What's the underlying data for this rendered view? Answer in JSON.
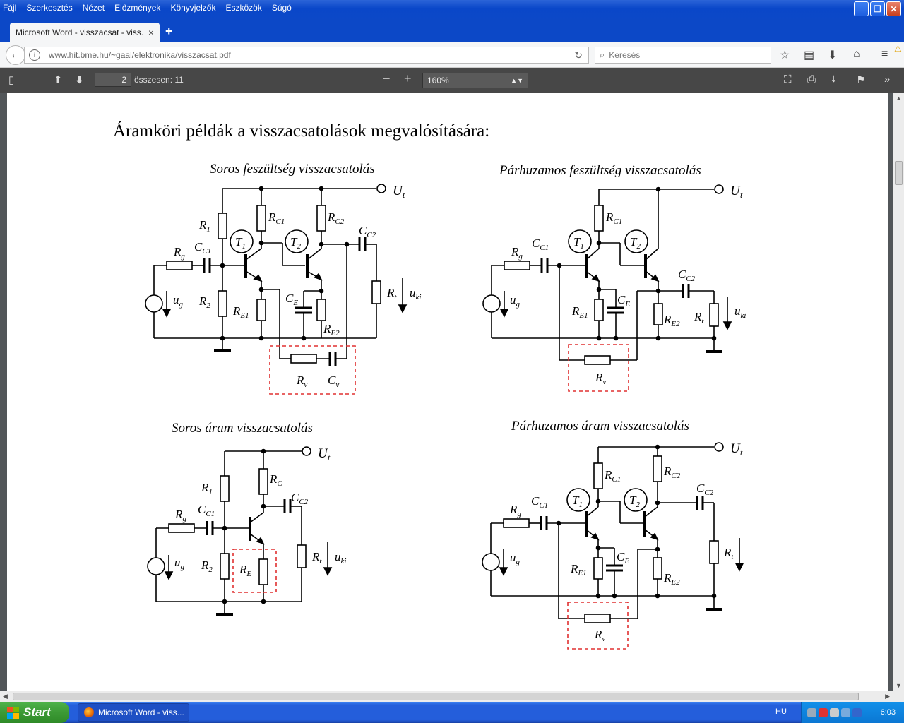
{
  "menubar": [
    "Fájl",
    "Szerkesztés",
    "Nézet",
    "Előzmények",
    "Könyvjelzők",
    "Eszközök",
    "Súgó"
  ],
  "tab": {
    "title": "Microsoft Word - visszacsat - viss...",
    "close": "×",
    "new_tab": "+"
  },
  "nav": {
    "url": "www.hit.bme.hu/~gaal/elektronika/visszacsat.pdf",
    "search_placeholder": "Keresés"
  },
  "pdf_toolbar": {
    "page": "2",
    "page_count": "összesen: 11",
    "zoom": "160%",
    "zoom_out": "−",
    "zoom_in": "+"
  },
  "document": {
    "heading": "Áramköri példák a visszacsatolások megvalósítására:",
    "diagrams": [
      {
        "title": "Soros feszültség visszacsatolás"
      },
      {
        "title": "Párhuzamos feszültség visszacsatolás"
      },
      {
        "title": "Soros áram visszacsatolás"
      },
      {
        "title": "Párhuzamos áram visszacsatolás"
      }
    ]
  },
  "taskbar": {
    "start": "Start",
    "task": "Microsoft Word - viss...",
    "lang": "HU",
    "clock": "6:03"
  },
  "colors": {
    "xp_blue": "#0c48c7",
    "pdf_toolbar": "#474747",
    "start_green": "#3c9a35",
    "feedback_box": "#e03030"
  }
}
